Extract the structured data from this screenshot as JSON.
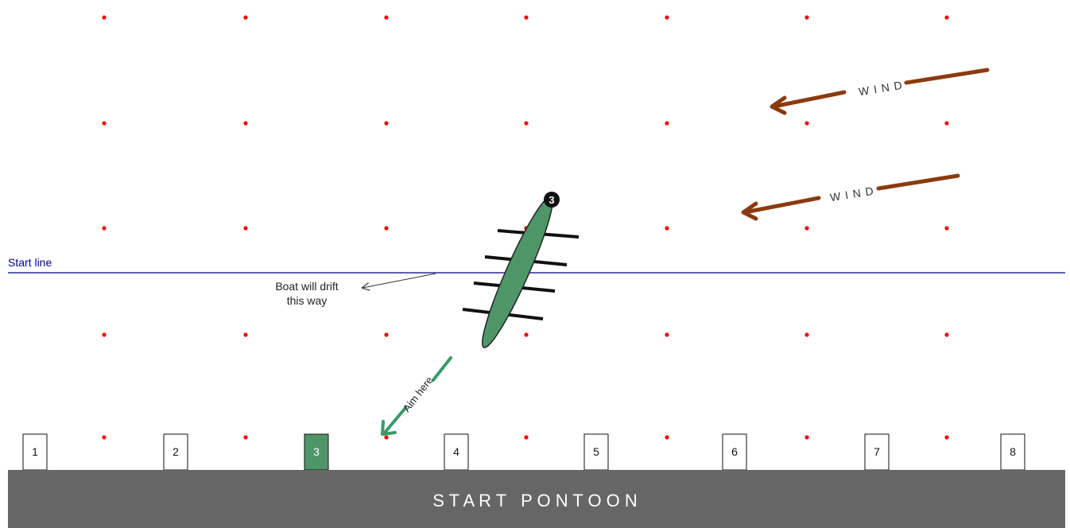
{
  "colors": {
    "buoy": "#ff0000",
    "start_line": "#00008b",
    "boat_fill": "#4e9668",
    "wind_arrow": "#8b3a0f",
    "aim_arrow": "#3a9a6a",
    "pontoon": "#666666",
    "active_lane": "#4e9668"
  },
  "labels": {
    "start_line": "Start line",
    "drift_line1": "Boat will drift",
    "drift_line2": "this way",
    "wind": "W I N D",
    "aim": "Aim here",
    "pontoon": "S T A R T   P O N T O O N",
    "boat_number": "3"
  },
  "lanes": [
    {
      "number": "1",
      "active": false
    },
    {
      "number": "2",
      "active": false
    },
    {
      "number": "3",
      "active": true
    },
    {
      "number": "4",
      "active": false
    },
    {
      "number": "5",
      "active": false
    },
    {
      "number": "6",
      "active": false
    },
    {
      "number": "7",
      "active": false
    },
    {
      "number": "8",
      "active": false
    }
  ],
  "icons": {
    "boat": "rowing-boat-icon",
    "wind_arrow": "arrow-left-icon",
    "aim_arrow": "arrow-down-left-icon"
  }
}
